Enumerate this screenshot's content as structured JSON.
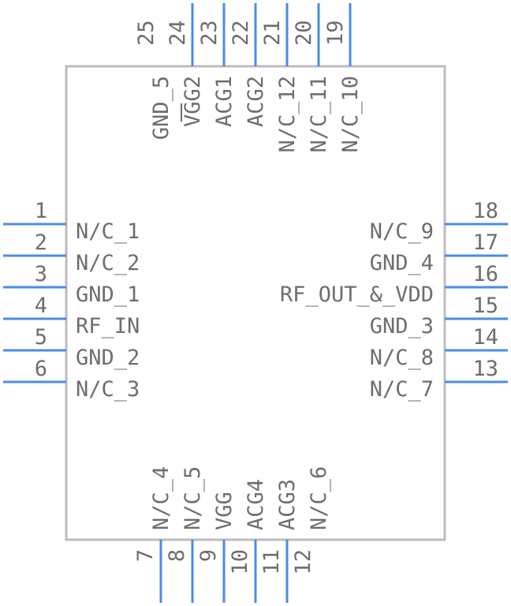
{
  "pins_left": [
    {
      "number": "1",
      "name": "N/C_1"
    },
    {
      "number": "2",
      "name": "N/C_2"
    },
    {
      "number": "3",
      "name": "GND_1"
    },
    {
      "number": "4",
      "name": "RF_IN"
    },
    {
      "number": "5",
      "name": "GND_2"
    },
    {
      "number": "6",
      "name": "N/C_3"
    }
  ],
  "pins_bottom": [
    {
      "number": "7",
      "name": "N/C_4"
    },
    {
      "number": "8",
      "name": "N/C_5"
    },
    {
      "number": "9",
      "name": "VGG"
    },
    {
      "number": "10",
      "name": "ACG4"
    },
    {
      "number": "11",
      "name": "ACG3"
    },
    {
      "number": "12",
      "name": "N/C_6"
    }
  ],
  "pins_right": [
    {
      "number": "13",
      "name": "N/C_7"
    },
    {
      "number": "14",
      "name": "N/C_8"
    },
    {
      "number": "15",
      "name": "GND_3"
    },
    {
      "number": "16",
      "name": "RF_OUT_&_VDD"
    },
    {
      "number": "17",
      "name": "GND_4"
    },
    {
      "number": "18",
      "name": "N/C_9"
    }
  ],
  "pins_top": [
    {
      "number": "19",
      "name": "N/C_10"
    },
    {
      "number": "20",
      "name": "N/C_11"
    },
    {
      "number": "21",
      "name": "N/C_12"
    },
    {
      "number": "22",
      "name": "ACG2"
    },
    {
      "number": "23",
      "name": "ACG1"
    },
    {
      "number": "24",
      "name": "VGG2"
    },
    {
      "number": "25",
      "name": "GND_5"
    }
  ],
  "colors": {
    "pin": "#4b8be8",
    "body_outline": "#bcbcbc",
    "text": "#6e6e6e"
  }
}
